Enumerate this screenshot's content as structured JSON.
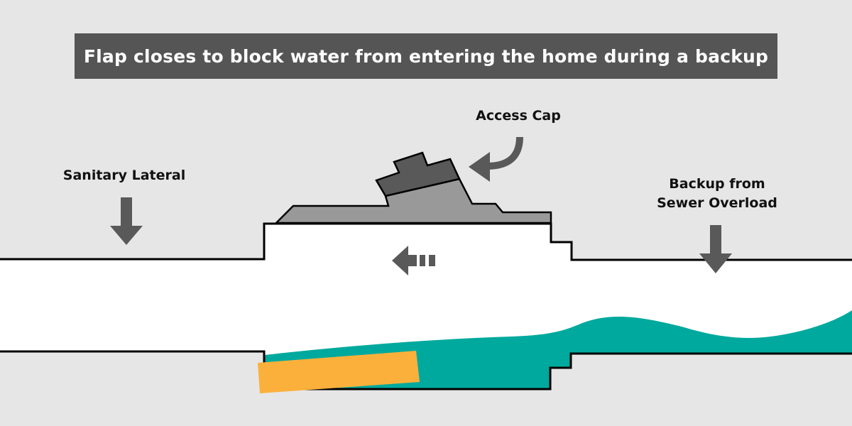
{
  "title": "Flap closes to block water from entering the home during a backup",
  "labels": {
    "access_cap": "Access Cap",
    "sanitary_lateral": "Sanitary Lateral",
    "backup_line1": "Backup from",
    "backup_line2": "Sewer Overload"
  },
  "colors": {
    "background": "#e6e6e6",
    "title_bar": "#555555",
    "water": "#00a99d",
    "flap": "#fbb03b",
    "valve_body": "#999999",
    "cap": "#595959",
    "arrows": "#595959"
  }
}
